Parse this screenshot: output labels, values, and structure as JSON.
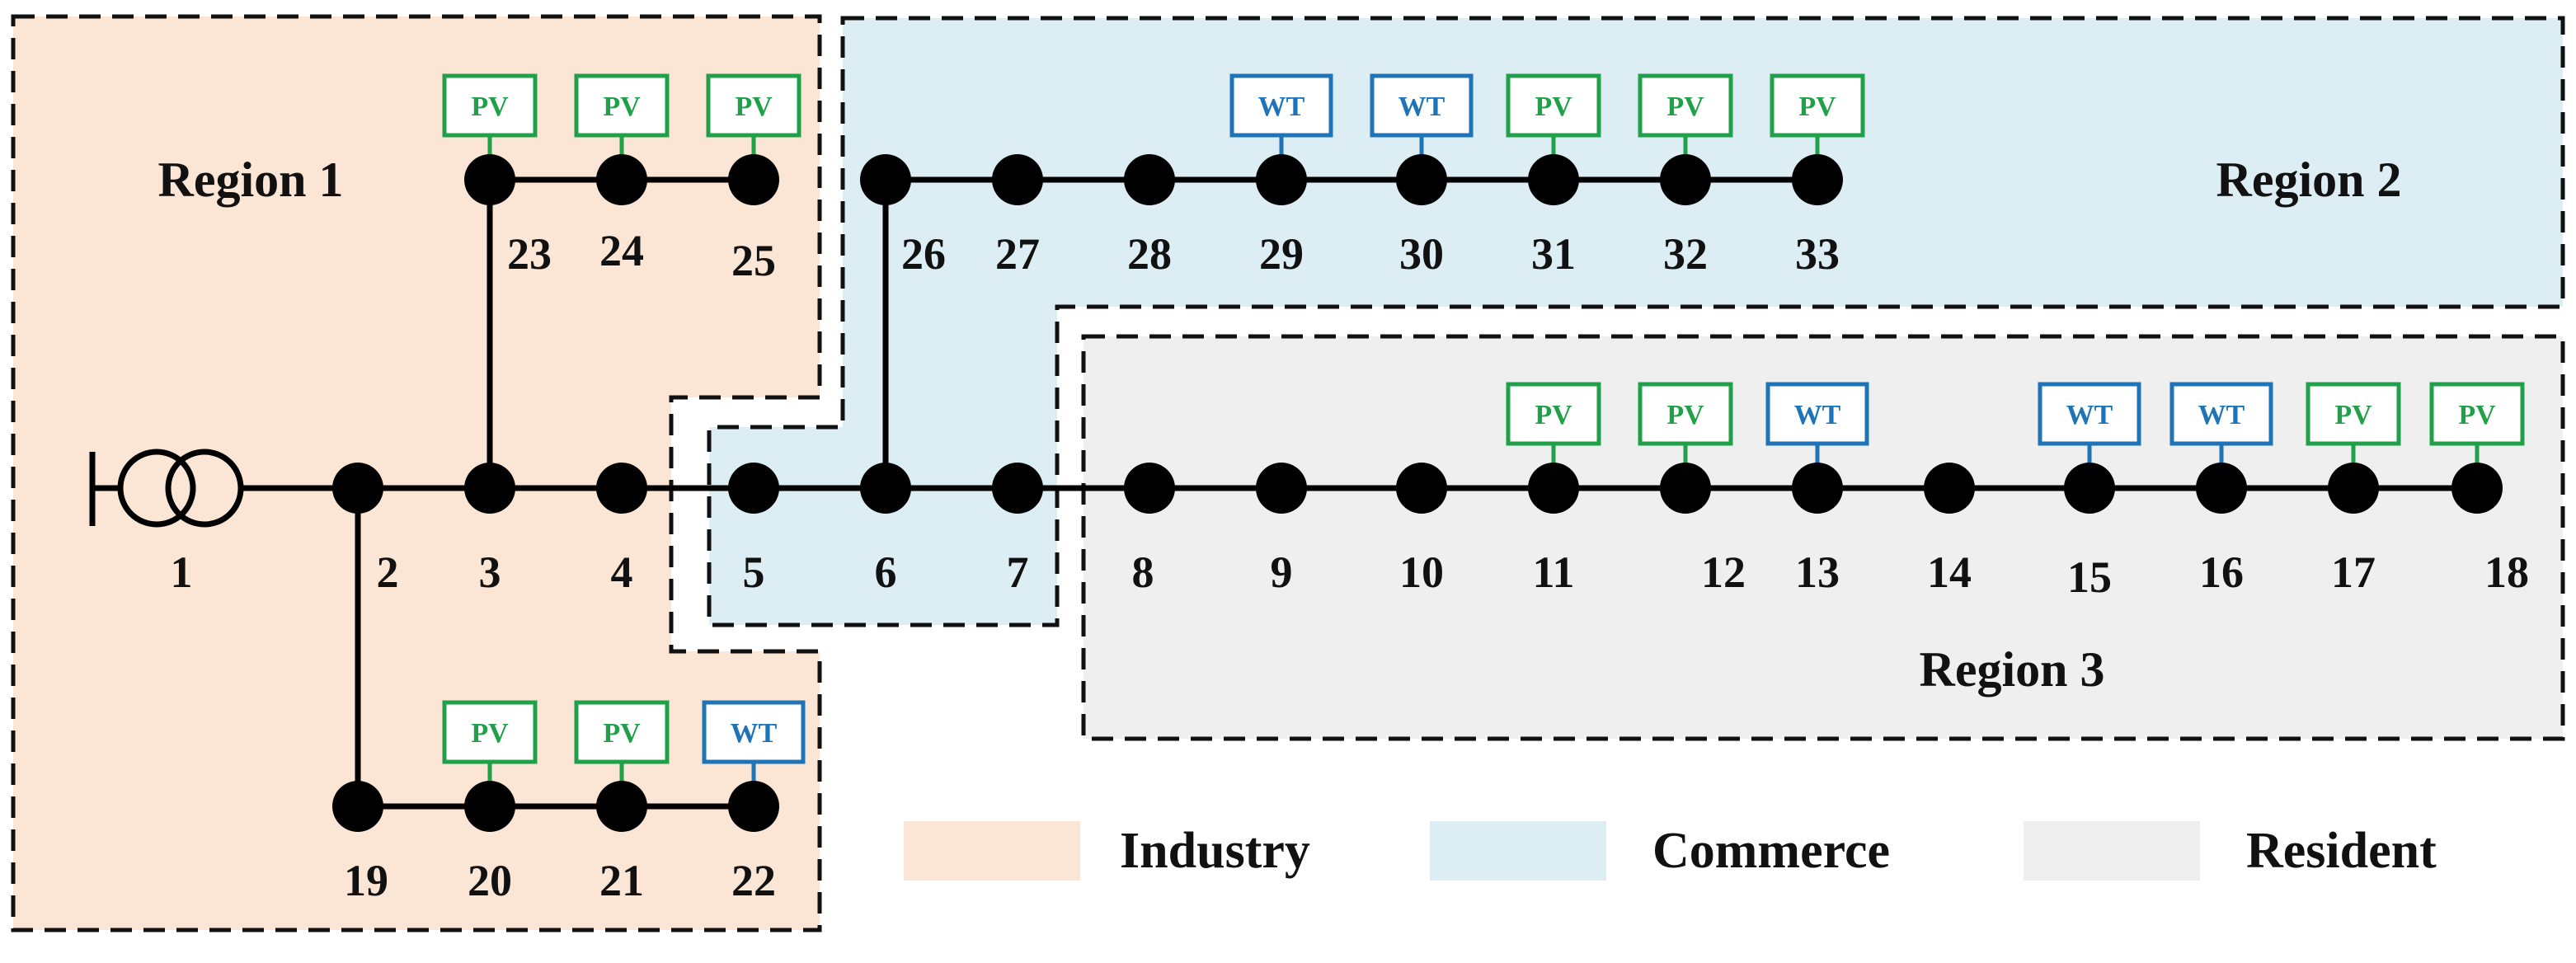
{
  "colors": {
    "industry": "#fbe5d5",
    "commerce": "#dcedf4",
    "resident": "#efefef",
    "pv": "#21a04a",
    "wt": "#1f73b7",
    "line": "#000000"
  },
  "regions": {
    "region1": "Region 1",
    "region2": "Region 2",
    "region3": "Region 3"
  },
  "legend": {
    "industry": "Industry",
    "commerce": "Commerce",
    "resident": "Resident"
  },
  "der_labels": {
    "pv": "PV",
    "wt": "WT"
  },
  "buses": [
    "1",
    "2",
    "3",
    "4",
    "5",
    "6",
    "7",
    "8",
    "9",
    "10",
    "11",
    "12",
    "13",
    "14",
    "15",
    "16",
    "17",
    "18",
    "19",
    "20",
    "21",
    "22",
    "23",
    "24",
    "25",
    "26",
    "27",
    "28",
    "29",
    "30",
    "31",
    "32",
    "33"
  ],
  "der": {
    "11": "pv",
    "12": "pv",
    "13": "wt",
    "15": "wt",
    "16": "wt",
    "17": "pv",
    "18": "pv",
    "20": "pv",
    "21": "pv",
    "22": "wt",
    "23": "pv",
    "24": "pv",
    "25": "pv",
    "29": "wt",
    "30": "wt",
    "31": "pv",
    "32": "pv",
    "33": "pv"
  }
}
